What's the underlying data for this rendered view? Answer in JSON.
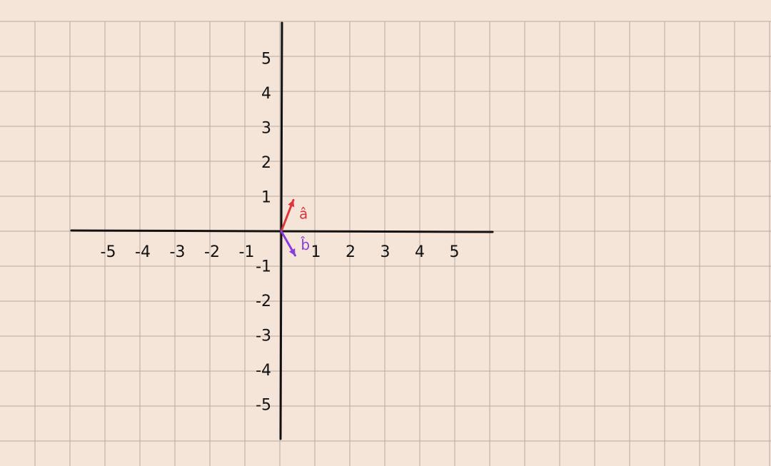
{
  "diagram": {
    "x_ticks": [
      {
        "value": -5,
        "label": "-5"
      },
      {
        "value": -4,
        "label": "-4"
      },
      {
        "value": -3,
        "label": "-3"
      },
      {
        "value": -2,
        "label": "-2"
      },
      {
        "value": -1,
        "label": "-1"
      },
      {
        "value": 1,
        "label": "1"
      },
      {
        "value": 2,
        "label": "2"
      },
      {
        "value": 3,
        "label": "3"
      },
      {
        "value": 4,
        "label": "4"
      },
      {
        "value": 5,
        "label": "5"
      }
    ],
    "y_ticks": [
      {
        "value": 5,
        "label": "5"
      },
      {
        "value": 4,
        "label": "4"
      },
      {
        "value": 3,
        "label": "3"
      },
      {
        "value": 2,
        "label": "2"
      },
      {
        "value": 1,
        "label": "1"
      },
      {
        "value": -1,
        "label": "-1"
      },
      {
        "value": -2,
        "label": "-2"
      },
      {
        "value": -3,
        "label": "-3"
      },
      {
        "value": -4,
        "label": "-4"
      },
      {
        "value": -5,
        "label": "-5"
      }
    ],
    "vectors": [
      {
        "name": "a-hat",
        "label": "â",
        "tip": [
          0.35,
          0.9
        ],
        "color": "#e0333a"
      },
      {
        "name": "b-hat",
        "label": "b̂",
        "tip": [
          0.4,
          -0.7
        ],
        "color": "#8a3bdd"
      }
    ],
    "colors": {
      "background": "#f5e4d8",
      "grid": "#b9a9a0",
      "axis": "#111111"
    }
  }
}
